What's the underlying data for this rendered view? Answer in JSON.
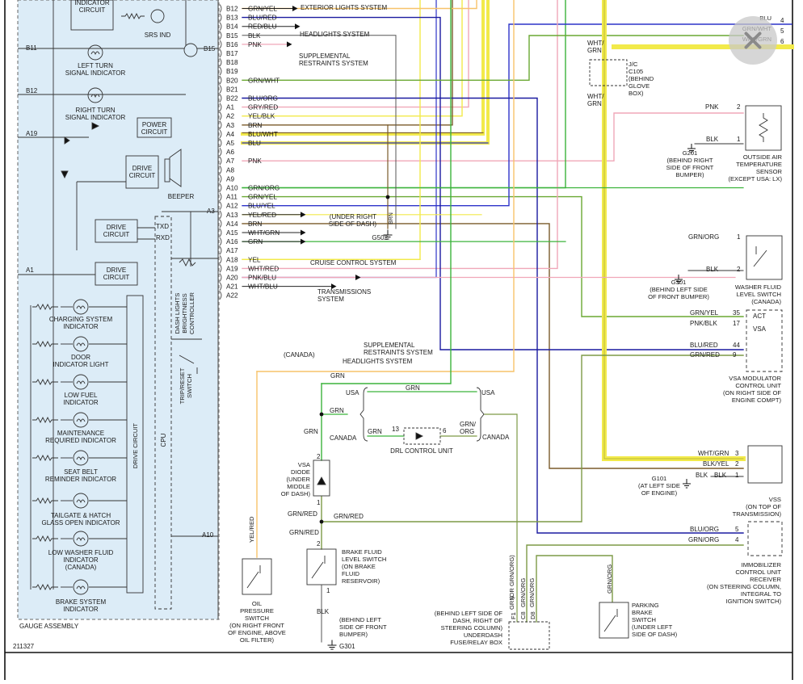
{
  "gauge": {
    "indicator_circuit": "INDICATOR\nCIRCUIT",
    "srs_ind": "SRS IND",
    "left_turn": "LEFT TURN\nSIGNAL INDICATOR",
    "right_turn": "RIGHT TURN\nSIGNAL INDICATOR",
    "power_circuit": "POWER\nCIRCUIT",
    "drive_circuit": "DRIVE\nCIRCUIT",
    "beeper": "BEEPER",
    "txd": "TXD",
    "rxd": "RXD",
    "dash_lights": "DASH LIGHTS\nBRIGHTNESS\nCONTROLLER",
    "trip_reset": "TRIP/RESET\nSWITCH",
    "cpu": "CPU",
    "drive_circuit_vert": "DRIVE CIRCUIT",
    "indicators": [
      "CHARGING SYSTEM\nINDICATOR",
      "DOOR\nINDICATOR LIGHT",
      "LOW FUEL\nINDICATOR",
      "MAINTENANCE\nREQUIRED INDICATOR",
      "SEAT BELT\nREMINDER INDICATOR",
      "TAILGATE & HATCH\nGLASS OPEN INDICATOR",
      "LOW WASHER FLUID\nINDICATOR\n(CANADA)",
      "BRAKE SYSTEM\nINDICATOR"
    ],
    "assembly_label": "GAUGE ASSEMBLY",
    "doc_number": "211327",
    "side_pins": {
      "b11": "B11",
      "b12": "B12",
      "a19": "A19",
      "a1": "A1",
      "b15": "B15",
      "a3": "A3",
      "a10": "A10"
    }
  },
  "pins": [
    {
      "pin": "B12",
      "wire": "GRN/YEL"
    },
    {
      "pin": "B13",
      "wire": "BLU/RED"
    },
    {
      "pin": "B14",
      "wire": "RED/BLU"
    },
    {
      "pin": "B15",
      "wire": "BLK"
    },
    {
      "pin": "B16",
      "wire": "PNK"
    },
    {
      "pin": "B17",
      "wire": ""
    },
    {
      "pin": "B18",
      "wire": ""
    },
    {
      "pin": "B19",
      "wire": ""
    },
    {
      "pin": "B20",
      "wire": "GRN/WHT"
    },
    {
      "pin": "B21",
      "wire": ""
    },
    {
      "pin": "B22",
      "wire": "BLU/ORG"
    },
    {
      "pin": "A1",
      "wire": "GRY/RED"
    },
    {
      "pin": "A2",
      "wire": "YEL/BLK"
    },
    {
      "pin": "A3",
      "wire": "BRN"
    },
    {
      "pin": "A4",
      "wire": "BLU/WHT"
    },
    {
      "pin": "A5",
      "wire": "BLU"
    },
    {
      "pin": "A6",
      "wire": ""
    },
    {
      "pin": "A7",
      "wire": "PNK"
    },
    {
      "pin": "A8",
      "wire": ""
    },
    {
      "pin": "A9",
      "wire": ""
    },
    {
      "pin": "A10",
      "wire": "GRN/ORG"
    },
    {
      "pin": "A11",
      "wire": "GRN/YEL"
    },
    {
      "pin": "A12",
      "wire": "BLU/YEL"
    },
    {
      "pin": "A13",
      "wire": "YEL/RED"
    },
    {
      "pin": "A14",
      "wire": "BRN"
    },
    {
      "pin": "A15",
      "wire": "WHT/GRN"
    },
    {
      "pin": "A16",
      "wire": "GRN"
    },
    {
      "pin": "A17",
      "wire": ""
    },
    {
      "pin": "A18",
      "wire": "YEL"
    },
    {
      "pin": "A19",
      "wire": "WHT/RED"
    },
    {
      "pin": "A20",
      "wire": "PNK/BLU"
    },
    {
      "pin": "A21",
      "wire": "WHT/BLU"
    },
    {
      "pin": "A22",
      "wire": ""
    }
  ],
  "systems": {
    "exterior_lights": "EXTERIOR LIGHTS SYSTEM",
    "headlights": "HEADLIGHTS SYSTEM",
    "srs_top": "SUPPLEMENTAL\nRESTRAINTS SYSTEM",
    "cruise": "CRUISE CONTROL SYSTEM",
    "transmissions": "TRANSMISSIONS\nSYSTEM",
    "srs_bottom": "SUPPLEMENTAL\nRESTRAINTS SYSTEM",
    "canada": "(CANADA)",
    "headlights_bottom": "HEADLIGHTS SYSTEM"
  },
  "ground_g502": {
    "wire": "BRN",
    "text": "(UNDER RIGHT\nSIDE OF DASH)",
    "id": "G502"
  },
  "jc": {
    "top": "WHT/\nGRN",
    "bottom": "WHT/\nGRN",
    "text": "J/C\nC105\n(BEHIND\nGLOVE\nBOX)"
  },
  "right_top": [
    {
      "wire": "BLU",
      "num": "4"
    },
    {
      "wire": "GRN/WHT",
      "num": "5"
    },
    {
      "wire": "WHT/GRN",
      "num": "6"
    }
  ],
  "oat": {
    "pnk": "PNK",
    "blk": "BLK",
    "p2": "2",
    "p1": "1",
    "g201": "G201\n(BEHIND RIGHT\nSIDE OF FRONT\nBUMPER)",
    "name": "OUTSIDE AIR\nTEMPERATURE\nSENSOR\n(EXCEPT USA: LX)"
  },
  "washer": {
    "grnorg": "GRN/ORG",
    "blk": "BLK",
    "p1": "1",
    "p2": "2",
    "g301": "G301\n(BEHIND LEFT SIDE\nOF FRONT BUMPER)",
    "name": "WASHER FLUID\nLEVEL SWITCH\n(CANADA)"
  },
  "vsa": {
    "w1": "GRN/YEL",
    "n1": "35",
    "w2": "PNK/BLK",
    "n2": "17",
    "w3": "BLU/RED",
    "n3": "44",
    "w4": "GRN/RED",
    "n4": "9",
    "act": "ACT",
    "vsa": "VSA",
    "name": "VSA MODULATOR\nCONTROL UNIT\n(ON RIGHT SIDE OF\nENGINE COMPT)"
  },
  "vss": {
    "w1": "WHT/GRN",
    "n1": "3",
    "w2": "BLK/YEL",
    "n2": "2",
    "w3": "BLK",
    "n3": "1",
    "blk": "BLK",
    "g101": "G101\n(AT LEFT SIDE\nOF ENGINE)",
    "name": "VSS\n(ON TOP OF\nTRANSMISSION)"
  },
  "immob": {
    "w1": "BLU/ORG",
    "n1": "5",
    "w2": "GRN/ORG",
    "n2": "4",
    "name": "IMMOBILIZER\nCONTROL UNIT\nRECEIVER\n(ON STEERING COLUMN,\nINTEGRAL TO\nIGNITION SWITCH)"
  },
  "drl": {
    "grn": "GRN",
    "usa1": "USA",
    "usa2": "USA",
    "canada1": "CANADA",
    "canada2": "CANADA",
    "grn_top": "GRN",
    "grn_mid": "GRN",
    "grn_left": "GRN",
    "grn_in": "GRN",
    "grnorg": "GRN/\nORG",
    "p13": "13",
    "p6": "6",
    "name": "DRL CONTROL UNIT"
  },
  "diode": {
    "p2": "2",
    "p1": "1",
    "name": "VSA\nDIODE\n(UNDER\nMIDDLE\nOF DASH)",
    "grnred1": "GRN/RED",
    "grnred2": "GRN/RED",
    "grnred3": "GRN/RED"
  },
  "oil": {
    "wire": "YEL/RED",
    "name": "OIL\nPRESSURE\nSWITCH\n(ON RIGHT FRONT\nOF ENGINE, ABOVE\nOIL FILTER)"
  },
  "brake_fluid": {
    "p2": "2",
    "p1": "1",
    "blk": "BLK",
    "name": "BRAKE FLUID\nLEVEL SWITCH\n(ON BRAKE\nFLUID\nRESERVOIR)",
    "g301": "(BEHIND LEFT\nSIDE OF FRONT\nBUMPER)",
    "gid": "G301"
  },
  "fuse": {
    "w1": "GRN",
    "w1b": "(OR GRN/ORG)",
    "w2": "GRN/ORG",
    "w3": "GRN/ORG",
    "f1": "F1",
    "c8": "C8",
    "d8": "D8",
    "name": "(BEHIND LEFT SIDE OF\nDASH, RIGHT OF\nSTEERING COLUMN)\nUNDERDASH\nFUSE/RELAY BOX"
  },
  "parking": {
    "wire": "GRN/ORG",
    "name": "PARKING\nBRAKE\nSWITCH\n(UNDER LEFT\nSIDE OF DASH)"
  },
  "colors": {
    "yellow": "#f2ea4a",
    "orange": "#f7c36a",
    "green": "#3bb33b",
    "green_dk": "#6aa832",
    "blue": "#2d33c9",
    "blue_dk": "#1a1aa0",
    "pink": "#f0a7b8",
    "brown": "#7a5a2a",
    "gray": "#a8a8a8",
    "olive": "#7d9a46",
    "panel": "#dcecf7"
  }
}
